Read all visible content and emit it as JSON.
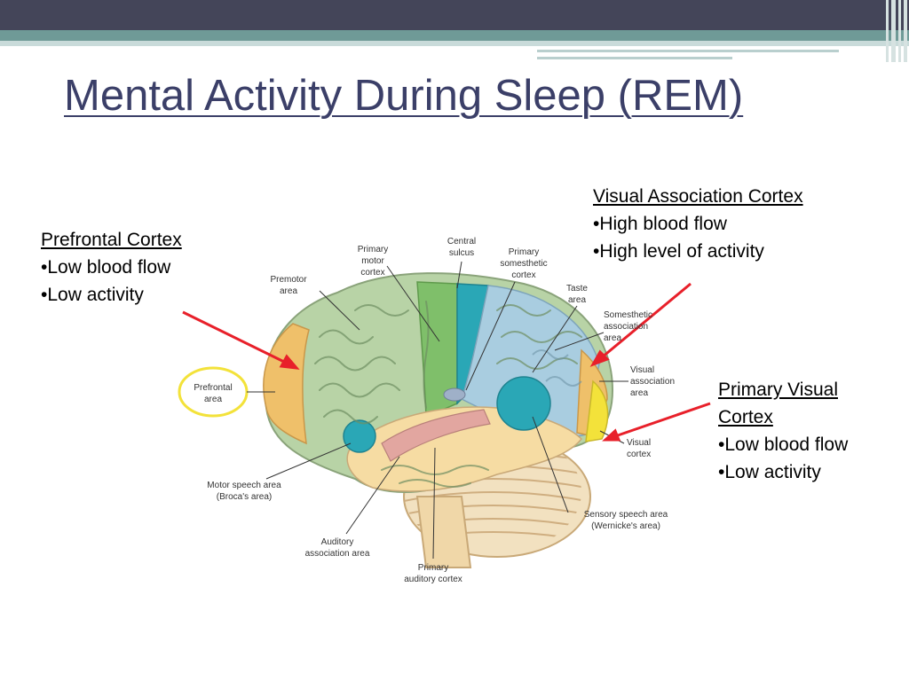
{
  "slide": {
    "title": "Mental Activity During Sleep (REM)"
  },
  "callouts": {
    "prefrontal": {
      "heading": "Prefrontal Cortex",
      "items": [
        "•Low blood flow",
        "•Low activity"
      ]
    },
    "visual_association": {
      "heading": "Visual Association Cortex",
      "items": [
        "•High blood flow",
        "•High level of activity"
      ]
    },
    "primary_visual": {
      "heading_line1": "Primary Visual",
      "heading_line2": "Cortex",
      "items": [
        "•Low blood flow",
        "•Low activity"
      ]
    }
  },
  "diagram_labels": {
    "primary_motor": [
      "Primary",
      "motor",
      "cortex"
    ],
    "central_sulcus": [
      "Central",
      "sulcus"
    ],
    "primary_somesthetic": [
      "Primary",
      "somesthetic",
      "cortex"
    ],
    "premotor": [
      "Premotor",
      "area"
    ],
    "taste": [
      "Taste",
      "area"
    ],
    "somesthetic_assoc": [
      "Somesthetic",
      "association",
      "area"
    ],
    "prefrontal_area": [
      "Prefrontal",
      "area"
    ],
    "visual_assoc_area": [
      "Visual",
      "association",
      "area"
    ],
    "visual_cortex": [
      "Visual",
      "cortex"
    ],
    "motor_speech": [
      "Motor speech area",
      "(Broca's area)"
    ],
    "sensory_speech": [
      "Sensory speech area",
      "(Wernicke's area)"
    ],
    "auditory_assoc": [
      "Auditory",
      "association area"
    ],
    "primary_auditory": [
      "Primary",
      "auditory cortex"
    ]
  },
  "colors": {
    "title": "#3b3f68",
    "arrow": "#e8202a",
    "frontal": "#b8d3a6",
    "motor": "#7fbf6a",
    "somesthetic": "#2aa7b6",
    "parietal": "#a9cde0",
    "prefrontal": "#efc06a",
    "visual": "#f3e23a",
    "temporal": "#f6dca3",
    "auditory": "#e2a6a0"
  }
}
